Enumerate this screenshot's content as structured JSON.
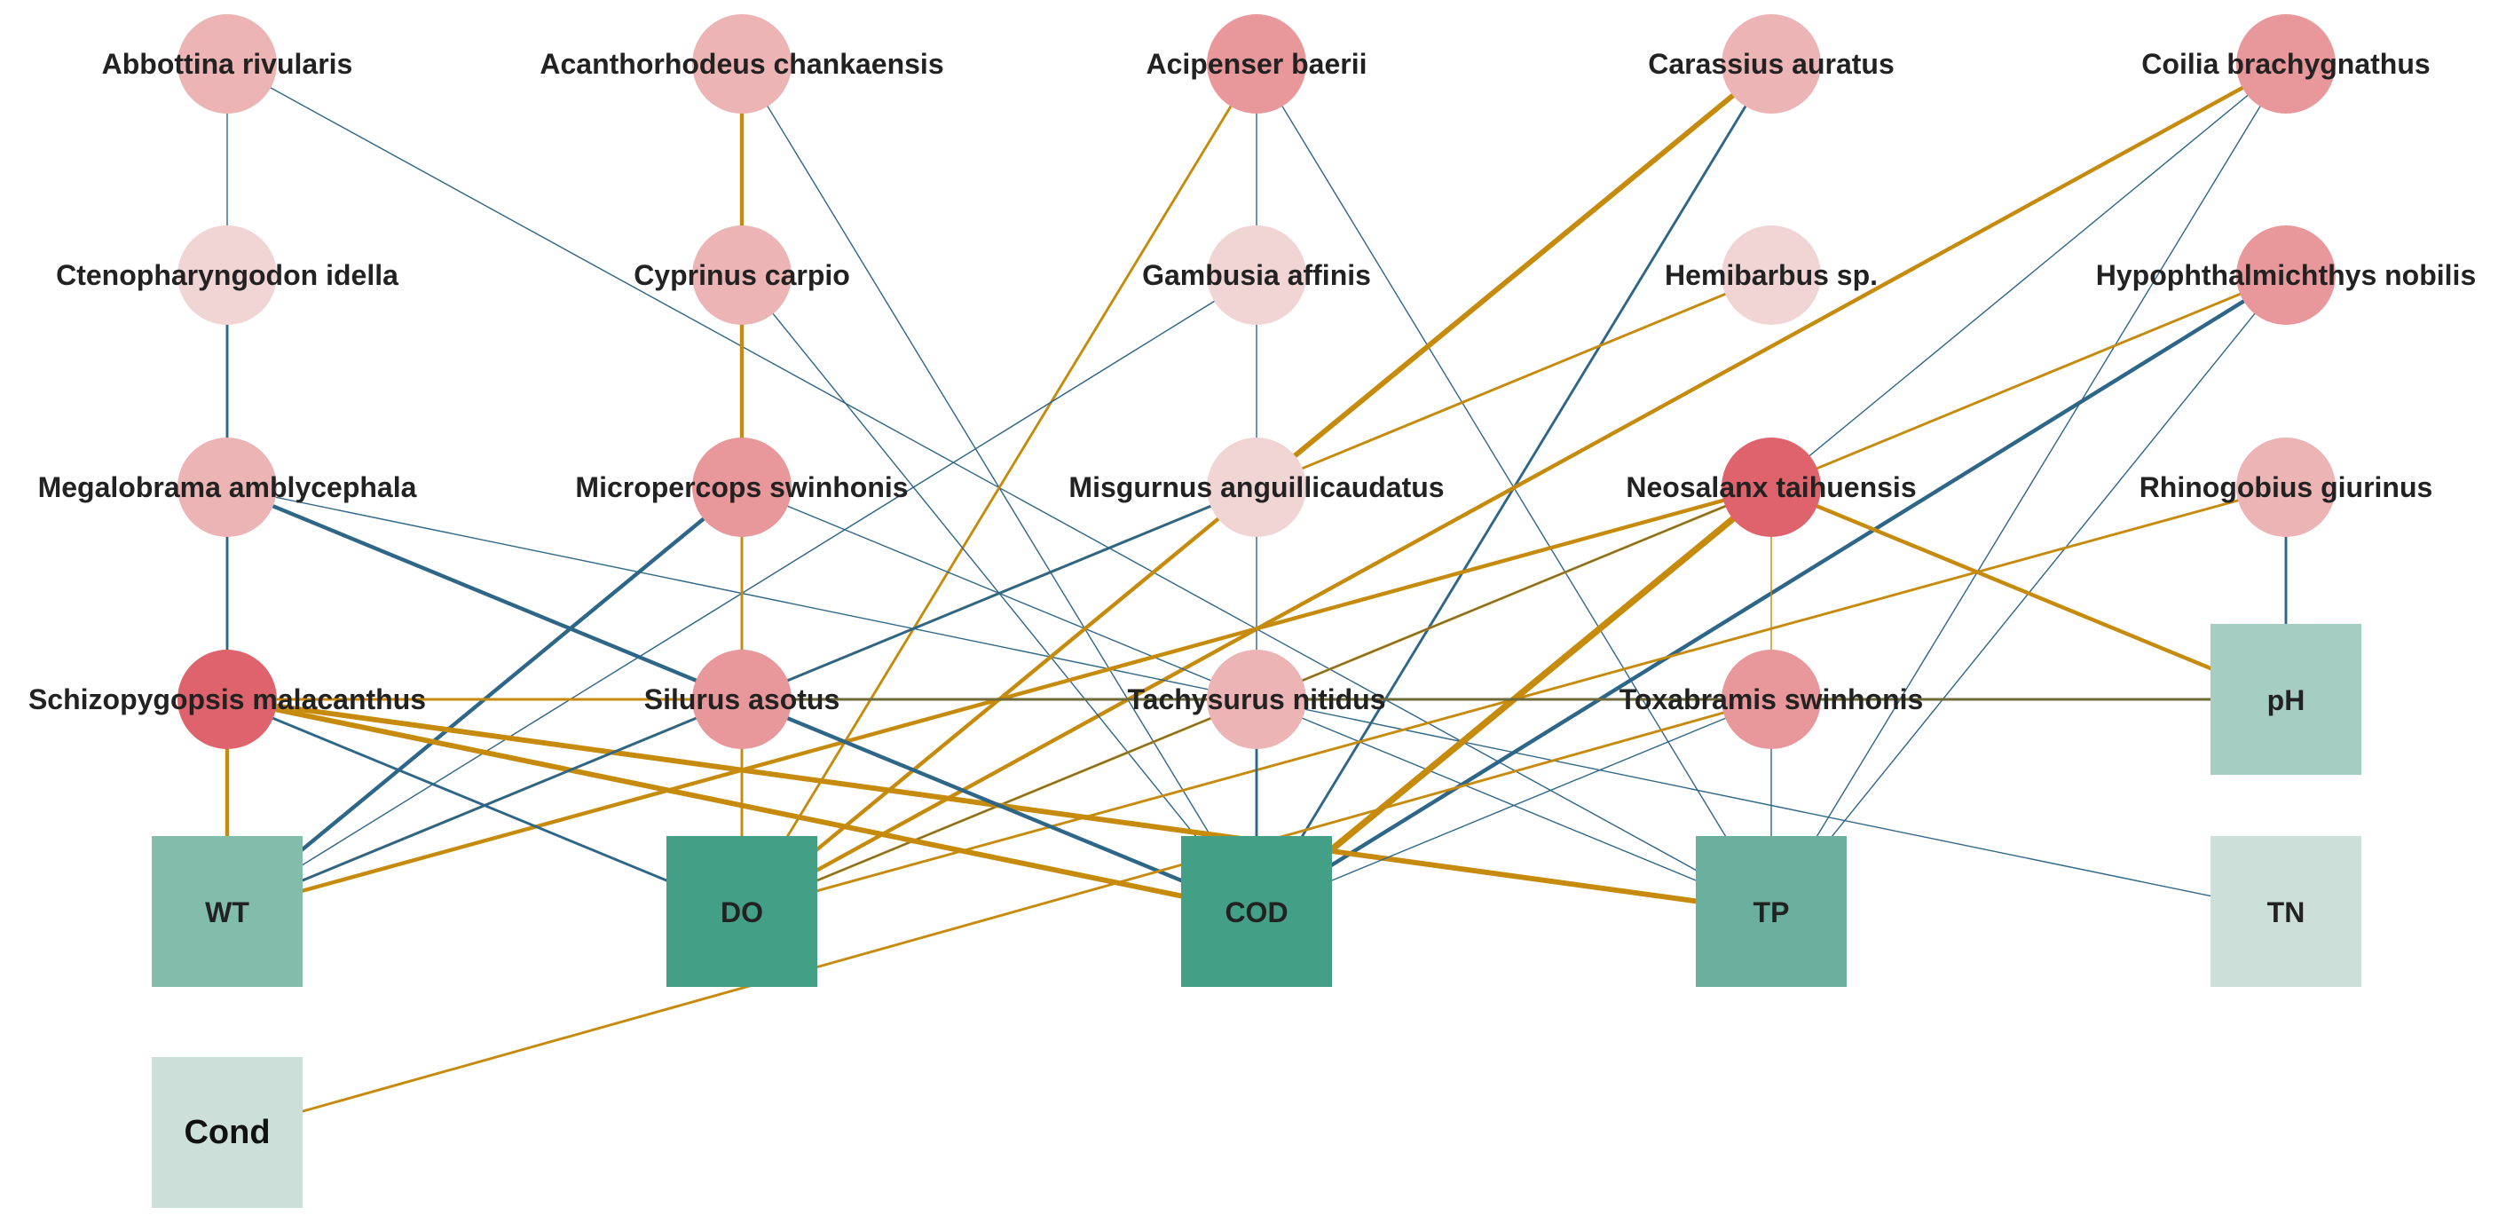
{
  "colors": {
    "positive": "#c68a0c",
    "negative": "#2e6688",
    "neutral": "#6e6a3a"
  },
  "species": [
    {
      "id": "abbottina",
      "label": "Abbottina rivularis",
      "color": "#ecb4b4"
    },
    {
      "id": "acanthorhodeus",
      "label": "Acanthorhodeus chankaensis",
      "color": "#ecb4b4"
    },
    {
      "id": "acipenser",
      "label": "Acipenser baerii",
      "color": "#e8979a"
    },
    {
      "id": "carassius",
      "label": "Carassius auratus",
      "color": "#ecb4b4"
    },
    {
      "id": "coilia",
      "label": "Coilia brachygnathus",
      "color": "#e8979a"
    },
    {
      "id": "ctenopharyngodon",
      "label": "Ctenopharyngodon idella",
      "color": "#f1d4d4"
    },
    {
      "id": "cyprinus",
      "label": "Cyprinus carpio",
      "color": "#ecb4b4"
    },
    {
      "id": "gambusia",
      "label": "Gambusia affinis",
      "color": "#f1d4d4"
    },
    {
      "id": "hemibarbus",
      "label": "Hemibarbus sp.",
      "color": "#f1d4d4"
    },
    {
      "id": "hypophthalmichthys",
      "label": "Hypophthalmichthys nobilis",
      "color": "#e8979a"
    },
    {
      "id": "megalobrama",
      "label": "Megalobrama amblycephala",
      "color": "#ecb4b4"
    },
    {
      "id": "micropercops",
      "label": "Micropercops swinhonis",
      "color": "#e8979a"
    },
    {
      "id": "misgurnus",
      "label": "Misgurnus anguillicaudatus",
      "color": "#f1d4d4"
    },
    {
      "id": "neosalanx",
      "label": "Neosalanx taihuensis",
      "color": "#df636d"
    },
    {
      "id": "rhinogobius",
      "label": "Rhinogobius giurinus",
      "color": "#ecb4b4"
    },
    {
      "id": "schizopygopsis",
      "label": "Schizopygopsis malacanthus",
      "color": "#df636d"
    },
    {
      "id": "silurus",
      "label": "Silurus asotus",
      "color": "#e8979a"
    },
    {
      "id": "tachysurus",
      "label": "Tachysurus nitidus",
      "color": "#ecb4b4"
    },
    {
      "id": "toxabramis",
      "label": "Toxabramis swinhonis",
      "color": "#e8979a"
    }
  ],
  "env": [
    {
      "id": "ph",
      "label": "pH",
      "color": "#a6cdc1"
    },
    {
      "id": "wt",
      "label": "WT",
      "color": "#82bdac"
    },
    {
      "id": "do",
      "label": "DO",
      "color": "#43a087"
    },
    {
      "id": "cod",
      "label": "COD",
      "color": "#43a087"
    },
    {
      "id": "tp",
      "label": "TP",
      "color": "#6bb09f"
    },
    {
      "id": "tn",
      "label": "TN",
      "color": "#cce0d9"
    },
    {
      "id": "cond",
      "label": "Cond",
      "color": "#cce0d9"
    }
  ],
  "edges": [
    {
      "a": "abbottina",
      "b": "ctenopharyngodon",
      "type": "negative",
      "weight": 1
    },
    {
      "a": "abbottina",
      "b": "tp",
      "type": "negative",
      "weight": 1
    },
    {
      "a": "acanthorhodeus",
      "b": "cyprinus",
      "type": "positive",
      "weight": 3
    },
    {
      "a": "acanthorhodeus",
      "b": "cod",
      "type": "negative",
      "weight": 1
    },
    {
      "a": "acipenser",
      "b": "gambusia",
      "type": "negative",
      "weight": 1
    },
    {
      "a": "acipenser",
      "b": "do",
      "type": "positive",
      "weight": 2
    },
    {
      "a": "acipenser",
      "b": "tp",
      "type": "negative",
      "weight": 1
    },
    {
      "a": "carassius",
      "b": "misgurnus",
      "type": "positive",
      "weight": 4
    },
    {
      "a": "carassius",
      "b": "cod",
      "type": "negative",
      "weight": 2
    },
    {
      "a": "coilia",
      "b": "do",
      "type": "positive",
      "weight": 3
    },
    {
      "a": "coilia",
      "b": "neosalanx",
      "type": "negative",
      "weight": 1
    },
    {
      "a": "coilia",
      "b": "tp",
      "type": "negative",
      "weight": 1
    },
    {
      "a": "ctenopharyngodon",
      "b": "megalobrama",
      "type": "negative",
      "weight": 2
    },
    {
      "a": "cyprinus",
      "b": "micropercops",
      "type": "positive",
      "weight": 3
    },
    {
      "a": "cyprinus",
      "b": "cod",
      "type": "negative",
      "weight": 1
    },
    {
      "a": "gambusia",
      "b": "misgurnus",
      "type": "negative",
      "weight": 1
    },
    {
      "a": "gambusia",
      "b": "wt",
      "type": "negative",
      "weight": 1
    },
    {
      "a": "hemibarbus",
      "b": "wt",
      "type": "positive",
      "weight": 2
    },
    {
      "a": "hypophthalmichthys",
      "b": "do",
      "type": "positive",
      "weight": 2
    },
    {
      "a": "hypophthalmichthys",
      "b": "cod",
      "type": "negative",
      "weight": 3
    },
    {
      "a": "hypophthalmichthys",
      "b": "tp",
      "type": "negative",
      "weight": 1
    },
    {
      "a": "megalobrama",
      "b": "schizopygopsis",
      "type": "negative",
      "weight": 2
    },
    {
      "a": "megalobrama",
      "b": "silurus",
      "type": "negative",
      "weight": 3
    },
    {
      "a": "megalobrama",
      "b": "tn",
      "type": "negative",
      "weight": 1
    },
    {
      "a": "micropercops",
      "b": "silurus",
      "type": "positive",
      "weight": 2
    },
    {
      "a": "micropercops",
      "b": "wt",
      "type": "negative",
      "weight": 3
    },
    {
      "a": "micropercops",
      "b": "tp",
      "type": "negative",
      "weight": 1
    },
    {
      "a": "misgurnus",
      "b": "tachysurus",
      "type": "negative",
      "weight": 1
    },
    {
      "a": "misgurnus",
      "b": "silurus",
      "type": "negative",
      "weight": 2
    },
    {
      "a": "misgurnus",
      "b": "do",
      "type": "positive",
      "weight": 3
    },
    {
      "a": "neosalanx",
      "b": "toxabramis",
      "type": "positive",
      "weight": 1
    },
    {
      "a": "neosalanx",
      "b": "ph",
      "type": "positive",
      "weight": 3
    },
    {
      "a": "neosalanx",
      "b": "cod",
      "type": "positive",
      "weight": 5
    },
    {
      "a": "neosalanx",
      "b": "wt",
      "type": "positive",
      "weight": 3
    },
    {
      "a": "neosalanx",
      "b": "do",
      "type": "neutral",
      "weight": 1
    },
    {
      "a": "rhinogobius",
      "b": "ph",
      "type": "negative",
      "weight": 2
    },
    {
      "a": "rhinogobius",
      "b": "do",
      "type": "positive",
      "weight": 2
    },
    {
      "a": "schizopygopsis",
      "b": "wt",
      "type": "positive",
      "weight": 3
    },
    {
      "a": "schizopygopsis",
      "b": "do",
      "type": "negative",
      "weight": 2
    },
    {
      "a": "schizopygopsis",
      "b": "cod",
      "type": "positive",
      "weight": 4
    },
    {
      "a": "schizopygopsis",
      "b": "tp",
      "type": "positive",
      "weight": 4
    },
    {
      "a": "schizopygopsis",
      "b": "silurus",
      "type": "positive",
      "weight": 2
    },
    {
      "a": "silurus",
      "b": "cod",
      "type": "negative",
      "weight": 3
    },
    {
      "a": "silurus",
      "b": "wt",
      "type": "negative",
      "weight": 2
    },
    {
      "a": "silurus",
      "b": "do",
      "type": "positive",
      "weight": 2
    },
    {
      "a": "silurus",
      "b": "ph",
      "type": "neutral",
      "weight": 2
    },
    {
      "a": "tachysurus",
      "b": "cod",
      "type": "negative",
      "weight": 2
    },
    {
      "a": "toxabramis",
      "b": "tp",
      "type": "negative",
      "weight": 1
    },
    {
      "a": "toxabramis",
      "b": "cond",
      "type": "positive",
      "weight": 2
    },
    {
      "a": "toxabramis",
      "b": "cod",
      "type": "negative",
      "weight": 1
    }
  ]
}
